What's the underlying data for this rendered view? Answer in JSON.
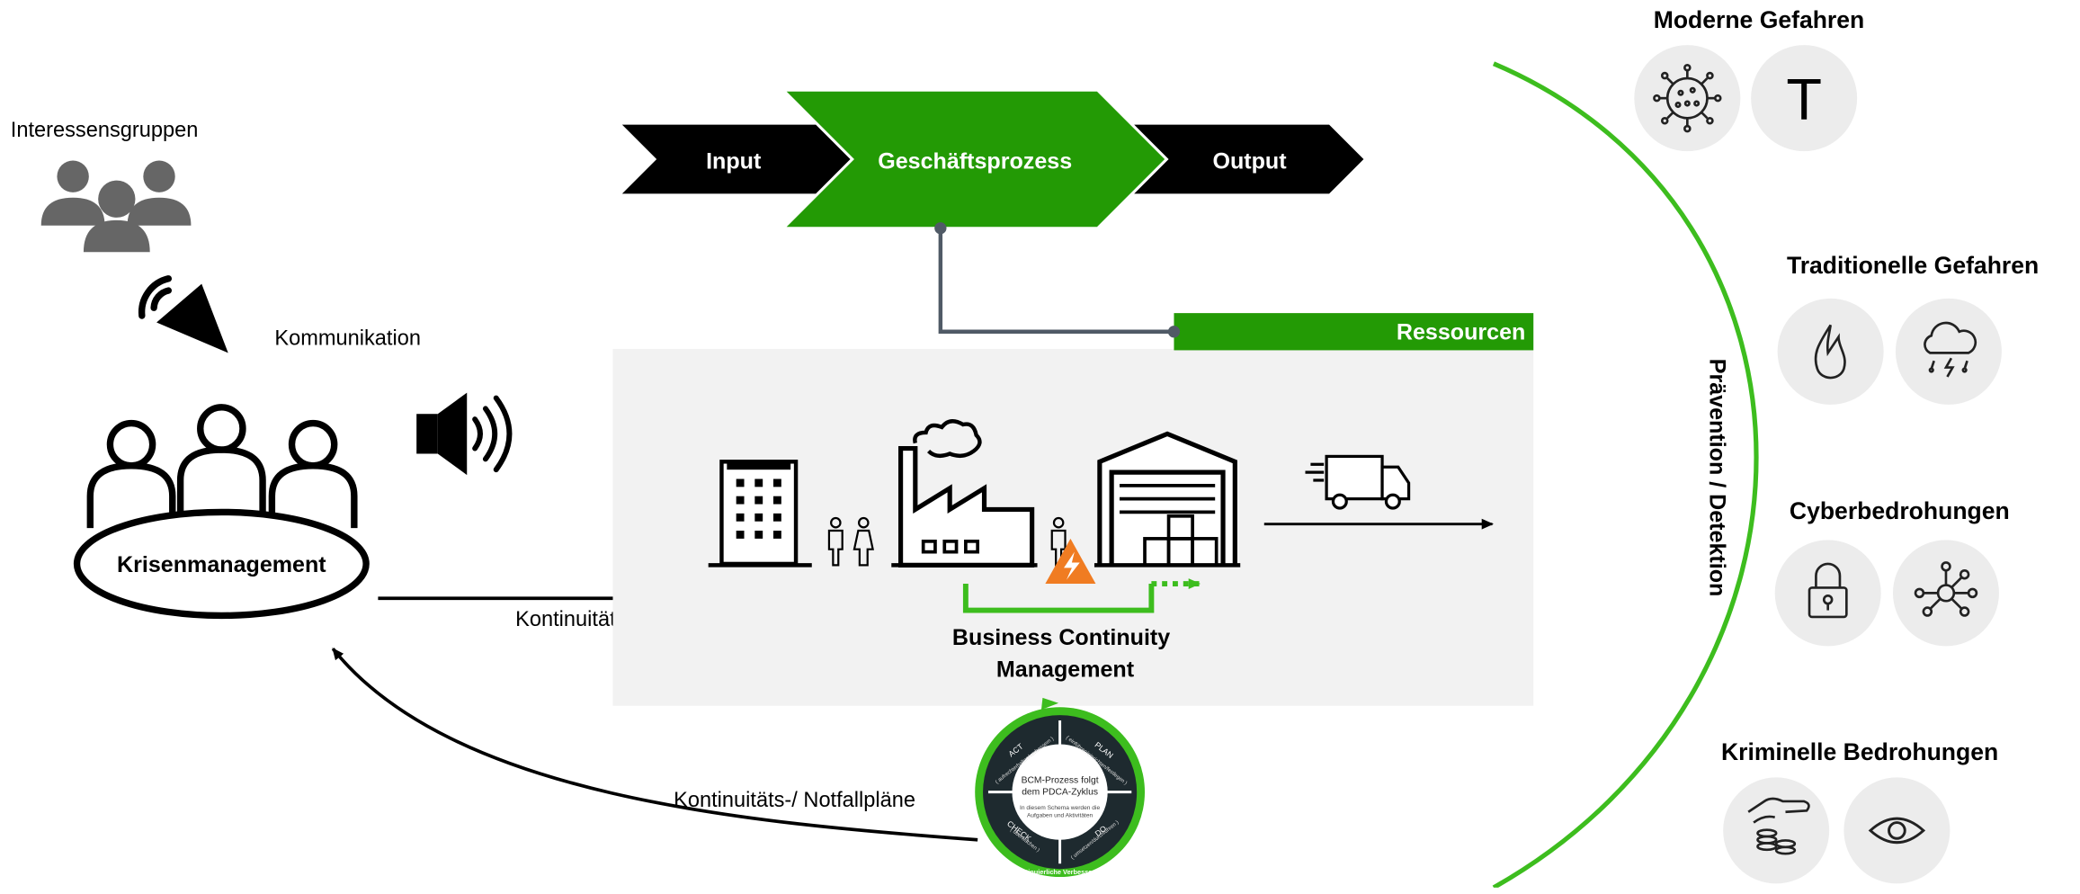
{
  "stakeholders": {
    "label": "Interessensgruppen"
  },
  "communication": {
    "label": "Kommunikation"
  },
  "crisis": {
    "label": "Krisenmanagement"
  },
  "arrows": {
    "measures": "Kontinuitäts-/ Notfallmaßnahmen",
    "plans": "Kontinuitäts-/ Notfallpläne"
  },
  "process": {
    "input": "Input",
    "core": "Geschäftsprozess",
    "output": "Output"
  },
  "resources": {
    "label": "Ressourcen"
  },
  "bcm": {
    "line1": "Business Continuity",
    "line2": "Management"
  },
  "pdca": {
    "center_line1": "BCM-Prozess folgt",
    "center_line2": "dem PDCA-Zyklus",
    "center_small1": "In diesem Schema werden die",
    "center_small2": "Aufgaben und Aktivitäten",
    "act": "ACT",
    "act_sub": "( aufrechterhalten/verbessern )",
    "plan": "PLAN",
    "plan_sub": "( einführen/einrichten/festlegen )",
    "check": "CHECK",
    "check_sub": "( überwachen )",
    "do": "DO",
    "do_sub": "( umsetzen/durchführen )",
    "ring": "Kontinuierliche Verbesserung"
  },
  "prevention": {
    "label": "Prävention / Detektion"
  },
  "threats": {
    "modern": "Moderne Gefahren",
    "modern_t": "T",
    "traditional": "Traditionelle Gefahren",
    "cyber": "Cyberbedrohungen",
    "criminal": "Kriminelle Bedrohungen"
  },
  "colors": {
    "green": "#239a05",
    "bright_green": "#3dbd1e",
    "black": "#000000",
    "gray_panel": "#f2f2f2",
    "icon_circle": "#ececec"
  }
}
